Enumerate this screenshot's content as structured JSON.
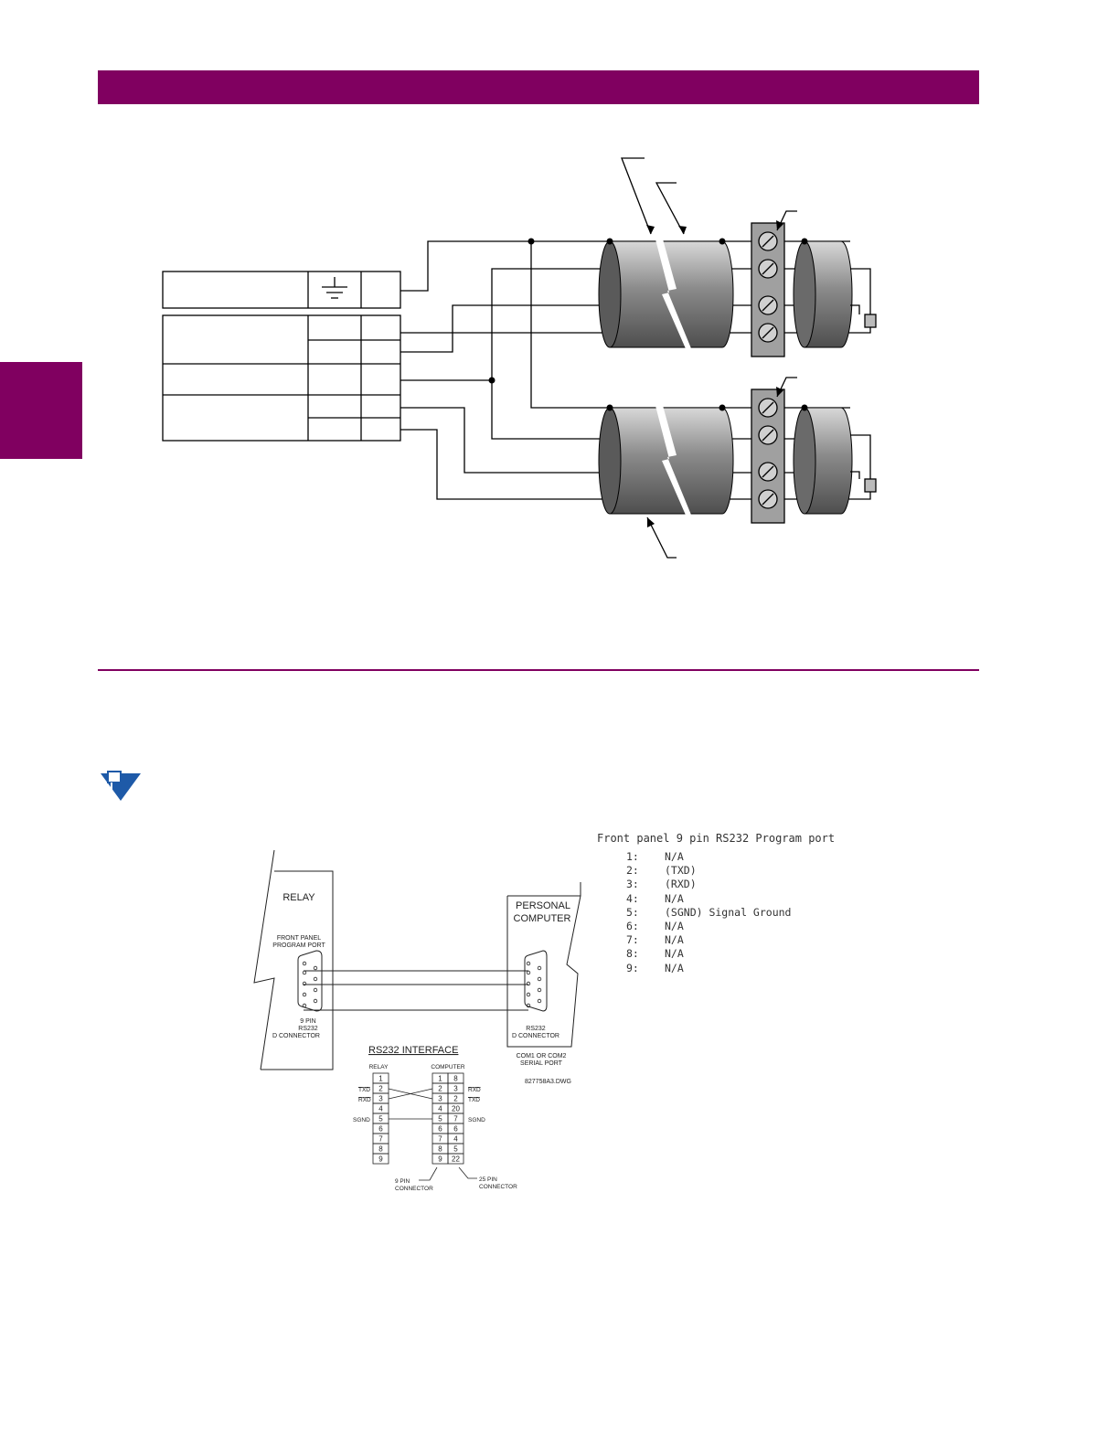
{
  "colors": {
    "accent": "#800060",
    "note_icon": "#1e5aa8",
    "cable_dark": "#5a5a5a",
    "cable_light": "#d8d8d8"
  },
  "icons": {
    "note": "note-pin-icon"
  },
  "rs232_figure": {
    "relay_label": "RELAY",
    "front_panel_label_1": "FRONT PANEL",
    "front_panel_label_2": "PROGRAM PORT",
    "relay_conn_label_1": "9 PIN",
    "relay_conn_label_2": "RS232",
    "relay_conn_label_3": "D CONNECTOR",
    "pc_label_1": "PERSONAL",
    "pc_label_2": "COMPUTER",
    "pc_conn_label_1": "RS232",
    "pc_conn_label_2": "D CONNECTOR",
    "com_label_1": "COM1 OR COM2",
    "com_label_2": "SERIAL PORT",
    "drawing_id": "827758A3.DWG",
    "interface_title": "RS232 INTERFACE",
    "relay_col": "RELAY",
    "computer_col": "COMPUTER",
    "relay_pins": [
      "1",
      "2",
      "3",
      "4",
      "5",
      "6",
      "7",
      "8",
      "9"
    ],
    "pc9_pins": [
      "1",
      "2",
      "3",
      "4",
      "5",
      "6",
      "7",
      "8",
      "9"
    ],
    "pc25_pins": [
      "8",
      "3",
      "2",
      "20",
      "7",
      "6",
      "4",
      "5",
      "22"
    ],
    "sig_txd": "TXD",
    "sig_rxd": "RXD",
    "sig_sgnd": "SGND",
    "pin9_label_1": "9 PIN",
    "pin9_label_2": "CONNECTOR",
    "pin25_label_1": "25 PIN",
    "pin25_label_2": "CONNECTOR"
  },
  "pinout": {
    "title": "Front panel 9 pin RS232 Program port",
    "rows": [
      {
        "num": "1:",
        "desc": "N/A"
      },
      {
        "num": "2:",
        "desc": "(TXD)"
      },
      {
        "num": "3:",
        "desc": "(RXD)"
      },
      {
        "num": "4:",
        "desc": "N/A"
      },
      {
        "num": "5:",
        "desc": "(SGND) Signal Ground"
      },
      {
        "num": "6:",
        "desc": "N/A"
      },
      {
        "num": "7:",
        "desc": "N/A"
      },
      {
        "num": "8:",
        "desc": "N/A"
      },
      {
        "num": "9:",
        "desc": "N/A"
      }
    ]
  }
}
